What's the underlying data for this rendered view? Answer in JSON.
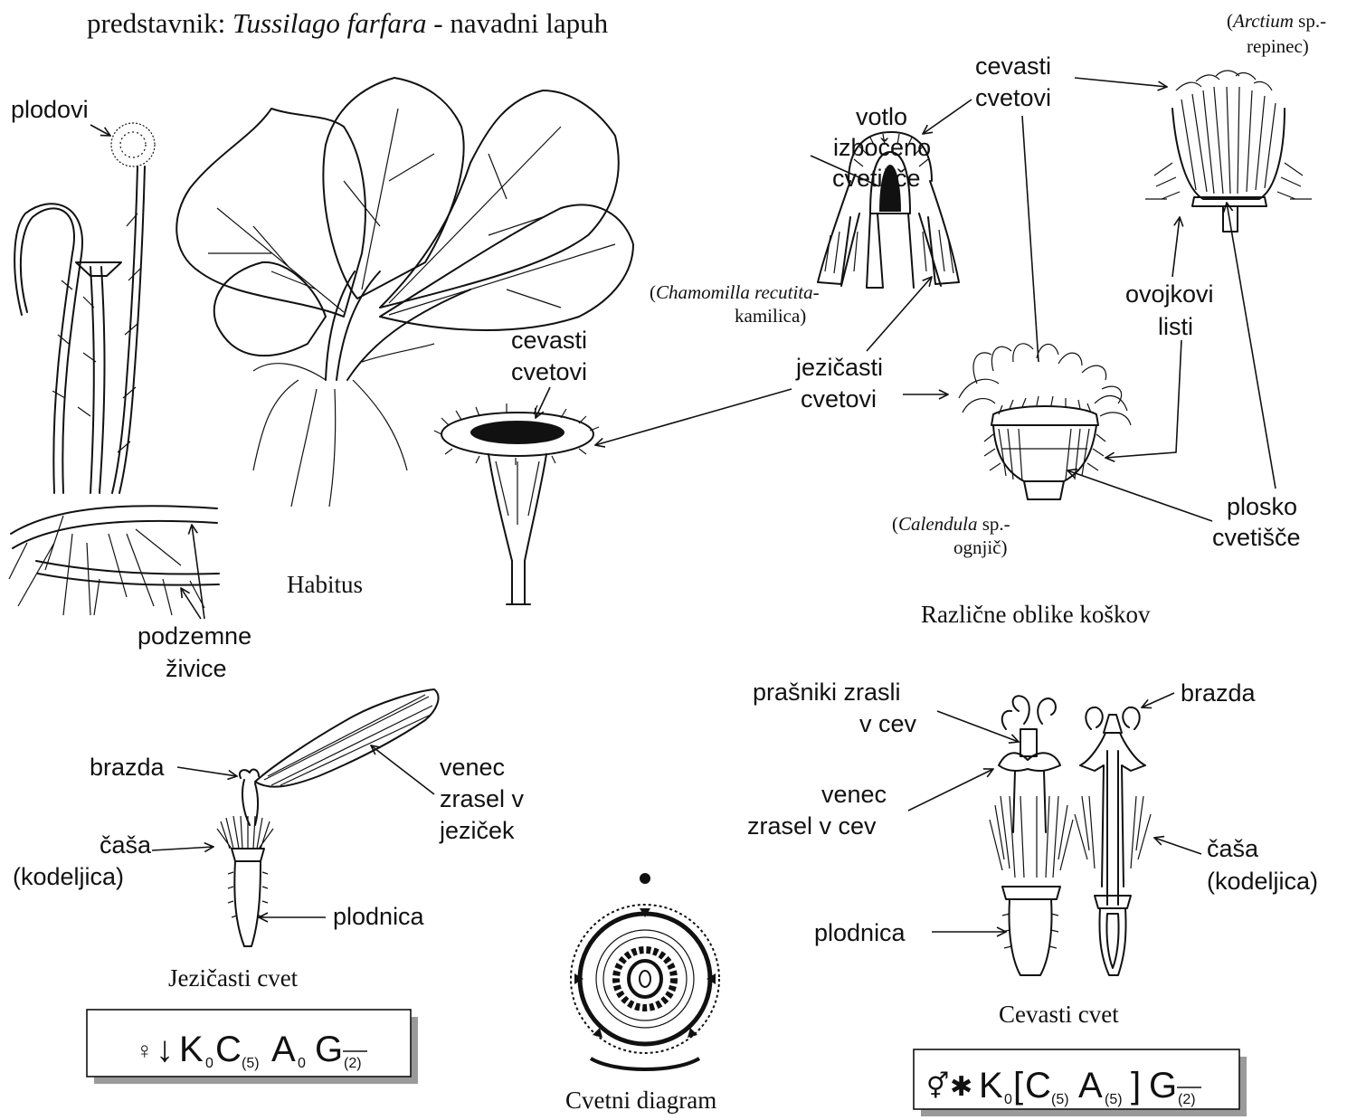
{
  "header": {
    "prefix": "predstavnik: ",
    "species_italic": "Tussilago farfara",
    "suffix": " - navadni lapuh"
  },
  "habitus": {
    "caption": "Habitus",
    "labels": {
      "plodovi": "plodovi",
      "podzemne_1": "podzemne",
      "podzemne_2": "živice"
    }
  },
  "capitulum": {
    "caption": "Različne oblike koškov",
    "labels": {
      "cevasti_left_1": "cevasti",
      "cevasti_left_2": "cvetovi",
      "jezicasti_1": "jezičasti",
      "jezicasti_2": "cvetovi",
      "cevasti_top_1": "cevasti",
      "cevasti_top_2": "cvetovi",
      "votlo_1": "votlo",
      "votlo_2": "izbočeno",
      "votlo_3": "cvetišče",
      "ovojkovi_1": "ovojkovi",
      "ovojkovi_2": "listi",
      "plosko_1": "plosko",
      "plosko_2": "cvetišče"
    },
    "species": {
      "chamomilla_italic": "Chamomilla recutita",
      "chamomilla_common": "kamilica)",
      "arctium_italic": "Arctium",
      "arctium_rest": " sp.-",
      "arctium_common": "repinec)",
      "calendula_italic": "Calendula",
      "calendula_rest": " sp.-",
      "calendula_common": "ognjič)",
      "open_paren": "(",
      "dash": "-"
    }
  },
  "ligulate_flower": {
    "caption": "Jezičasti cvet",
    "labels": {
      "brazda": "brazda",
      "venec_1": "venec",
      "venec_2": "zrasel v",
      "venec_3": "jeziček",
      "casa_1": "čaša",
      "casa_2": "(kodeljica)",
      "plodnica": "plodnica"
    },
    "formula": {
      "sex": "♀",
      "symmetry": "↓",
      "K": "K",
      "K_sub": "0",
      "C": "C",
      "C_sub": "(5)",
      "A": "A",
      "A_sub": "0",
      "G": "G",
      "G_sub": "(2)"
    }
  },
  "diagram": {
    "caption": "Cvetni diagram"
  },
  "tubular_flower": {
    "caption": "Cevasti cvet",
    "labels": {
      "prasniki_1": "prašniki zrasli",
      "prasniki_2": "v cev",
      "brazda": "brazda",
      "venec_1": "venec",
      "venec_2": "zrasel v cev",
      "casa_1": "čaša",
      "casa_2": "(kodeljica)",
      "plodnica": "plodnica"
    },
    "formula": {
      "sex": "⚥",
      "symmetry": "✱",
      "K": "K",
      "K_sub": "0",
      "bracket_open": "[",
      "C": "C",
      "C_sub": "(5)",
      "A": "A",
      "A_sub": "(5)",
      "bracket_close": "]",
      "G": "G",
      "G_sub": "(2)"
    }
  }
}
